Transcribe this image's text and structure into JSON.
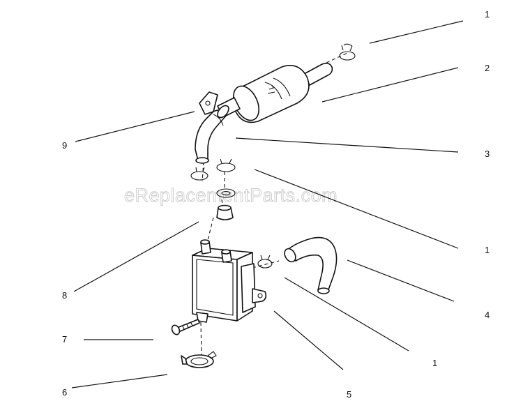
{
  "watermark": "eReplacementParts.com",
  "callouts": [
    "1",
    "2",
    "3",
    "1",
    "4",
    "1",
    "5",
    "6",
    "7",
    "8",
    "9"
  ],
  "parts": [
    {
      "icon": "hose-clamp-icon"
    },
    {
      "icon": "fuel-filter-icon"
    },
    {
      "icon": "fuel-hose-icon"
    },
    {
      "icon": "washer-icon"
    },
    {
      "icon": "fuel-hose-elbow-icon"
    },
    {
      "icon": "fuel-pump-icon"
    },
    {
      "icon": "clamp-icon"
    },
    {
      "icon": "screw-icon"
    },
    {
      "icon": "grommet-icon"
    },
    {
      "icon": "bracket-icon"
    }
  ]
}
